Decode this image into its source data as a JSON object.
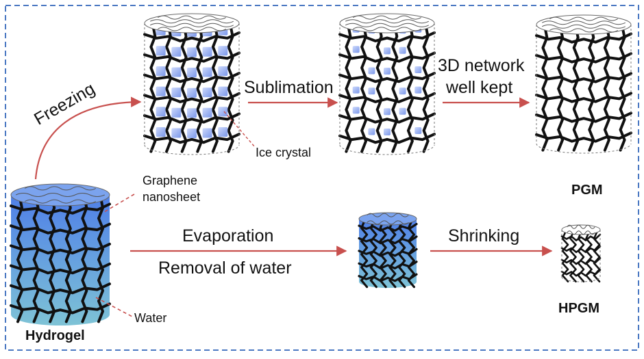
{
  "colors": {
    "frame": "#4a78c2",
    "arrow": "#c8504e",
    "mesh": "#111111",
    "ice": "#8fa6ee",
    "water_top": "#4f7fe8",
    "water_bottom": "#7ec3d6"
  },
  "labels": {
    "freezing": "Freezing",
    "sublimation": "Sublimation",
    "network_line1": "3D network",
    "network_line2": "well kept",
    "ice_crystal": "Ice crystal",
    "graphene_line1": "Graphene",
    "graphene_line2": "nanosheet",
    "evaporation": "Evaporation",
    "removal": "Removal of water",
    "shrinking": "Shrinking",
    "water": "Water",
    "hydrogel": "Hydrogel",
    "pgm": "PGM",
    "hpgm": "HPGM"
  }
}
